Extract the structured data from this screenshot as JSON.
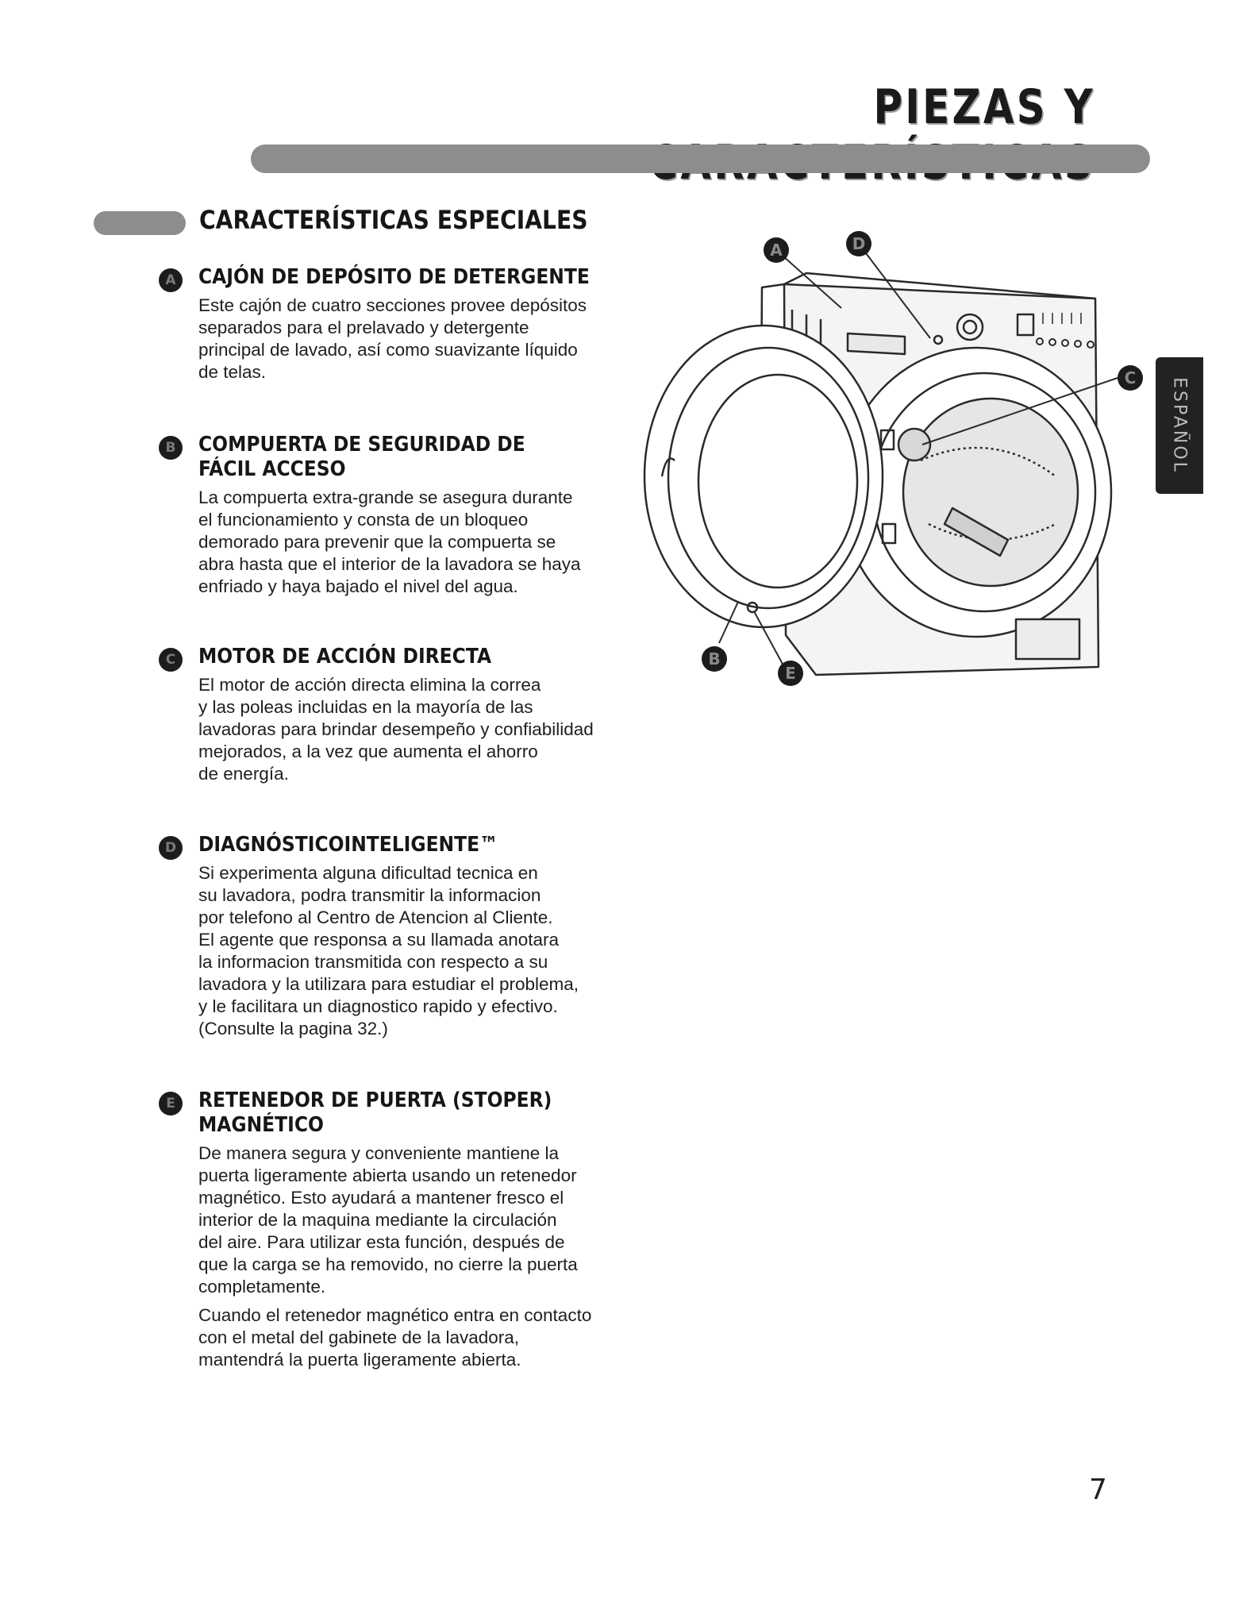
{
  "page_title": "PIEZAS Y CARACTERÍSTICAS",
  "section_heading": "CARACTERÍSTICAS ESPECIALES",
  "language_tab": "ESPAÑOL",
  "page_number": "7",
  "features": [
    {
      "letter": "A",
      "title": "CAJÓN DE DEPÓSITO DE DETERGENTE",
      "body": "Este cajón de cuatro secciones provee depósitos\nseparados para el prelavado y detergente\nprincipal de lavado, así como suavizante líquido\nde telas."
    },
    {
      "letter": "B",
      "title": "COMPUERTA DE SEGURIDAD DE FÁCIL ACCESO",
      "body": "La compuerta extra-grande se asegura durante\nel funcionamiento y consta de un bloqueo\ndemorado para prevenir que la compuerta se\nabra hasta que el interior de la lavadora se haya\nenfriado y haya bajado el nivel del agua."
    },
    {
      "letter": "C",
      "title": "MOTOR DE ACCIÓN DIRECTA",
      "body": "El motor de acción directa elimina la correa\ny las poleas incluidas en la mayoría de las\nlavadoras para brindar desempeño y confiabilidad\nmejorados, a la vez que aumenta el ahorro\nde energía."
    },
    {
      "letter": "D",
      "title": "DIAGNÓSTICOINTELIGENTE™",
      "body": "Si experimenta alguna dificultad tecnica en\nsu lavadora, podra transmitir la informacion\npor telefono al Centro de Atencion al Cliente.\nEl agente que responsa a su llamada anotara\nla informacion transmitida con respecto a su\nlavadora y la utilizara para estudiar el problema,\ny le facilitara un diagnostico rapido y efectivo.\n(Consulte la pagina 32.)"
    },
    {
      "letter": "E",
      "title": "RETENEDOR DE PUERTA (STOPER) MAGNÉTICO",
      "body": "De manera segura y conveniente mantiene la\npuerta ligeramente abierta usando un retenedor\nmagnético. Esto ayudará a mantener fresco el\ninterior de la maquina mediante la circulación\ndel aire. Para utilizar esta función, después de\nque la carga se ha removido, no cierre la puerta\ncompletamente.",
      "body2": "Cuando el retenedor magnético entra en contacto\ncon el metal del gabinete de la lavadora,\nmantendrá la puerta ligeramente abierta."
    }
  ],
  "diagram_labels": [
    "A",
    "B",
    "C",
    "D",
    "E"
  ]
}
